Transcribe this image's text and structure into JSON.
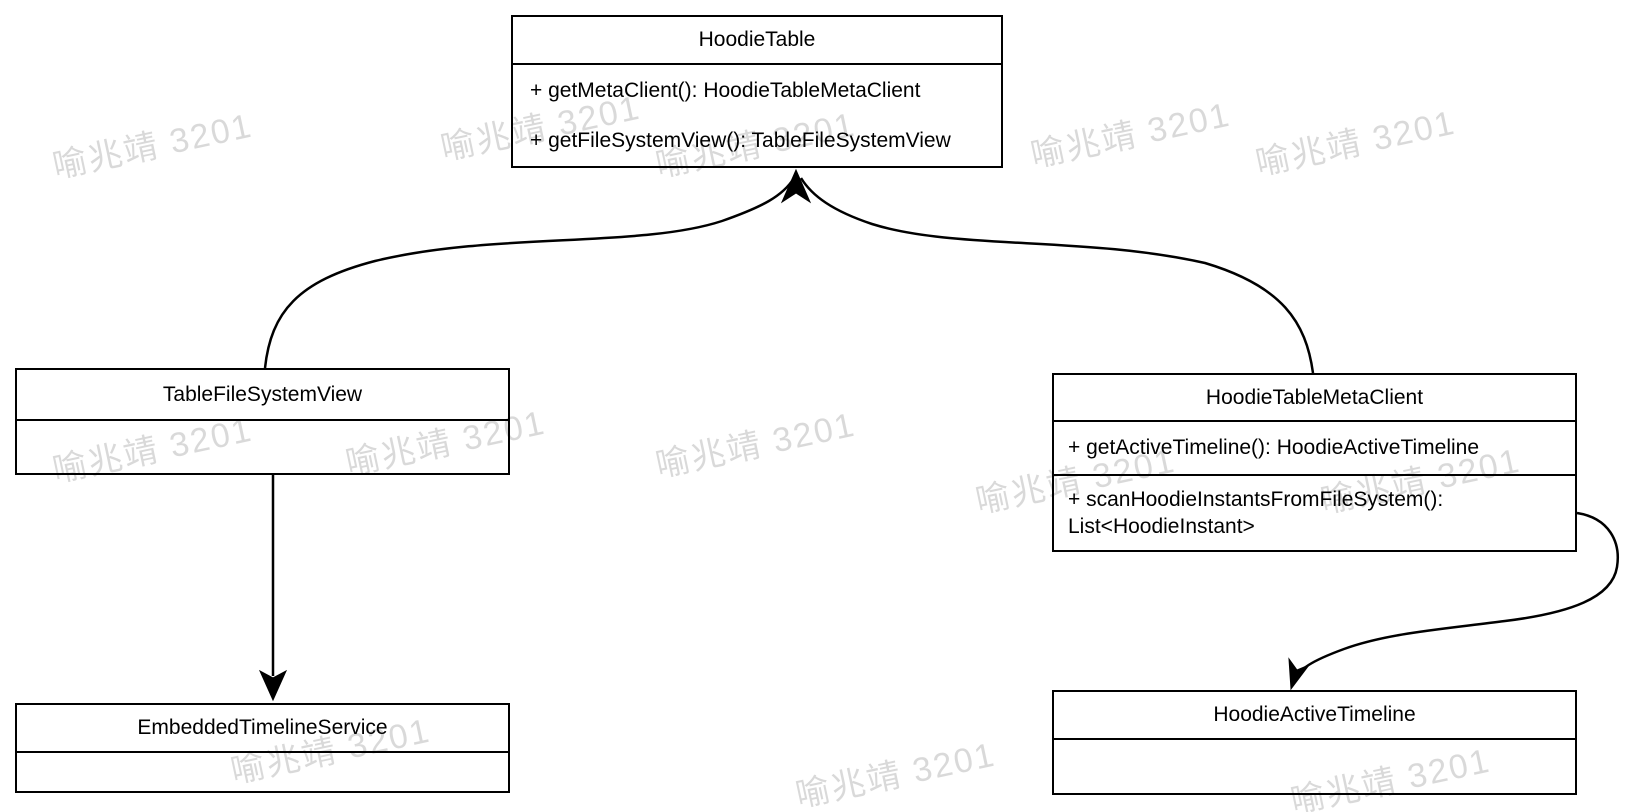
{
  "watermark": {
    "text": "喻兆靖 3201"
  },
  "colors": {
    "stroke": "#000000",
    "box_background": "#ffffff",
    "watermark": "rgba(0,0,0,0.15)"
  },
  "classes": {
    "hoodie_table": {
      "title": "HoodieTable",
      "methods": {
        "get_meta_client": "+ getMetaClient(): HoodieTableMetaClient",
        "get_file_system_view": "+ getFileSystemView(): TableFileSystemView"
      }
    },
    "table_file_system_view": {
      "title": "TableFileSystemView"
    },
    "hoodie_table_meta_client": {
      "title": "HoodieTableMetaClient",
      "methods": {
        "get_active_timeline": "+ getActiveTimeline(): HoodieActiveTimeline",
        "scan_hoodie_instants": "+ scanHoodieInstantsFromFileSystem(): List<HoodieInstant>"
      }
    },
    "embedded_timeline_service": {
      "title": "EmbeddedTimelineService"
    },
    "hoodie_active_timeline": {
      "title": "HoodieActiveTimeline"
    }
  },
  "relations": {
    "file_system_view_to_hoodie_table": "TableFileSystemView -> HoodieTable",
    "meta_client_to_hoodie_table": "HoodieTableMetaClient -> HoodieTable",
    "file_system_view_to_embedded_timeline_service": "TableFileSystemView -> EmbeddedTimelineService",
    "meta_client_to_active_timeline": "HoodieTableMetaClient -> HoodieActiveTimeline"
  }
}
